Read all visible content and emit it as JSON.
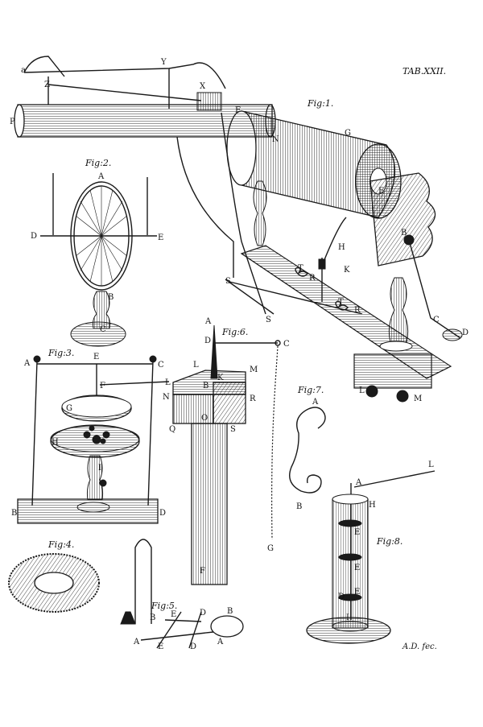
{
  "plate": {
    "title": "TAB.XXII.",
    "signature": "A.D. fec."
  },
  "figures": {
    "fig1": {
      "caption": "Fig:1.",
      "labels": [
        "a",
        "Y",
        "Z",
        "X",
        "P",
        "F",
        "G",
        "N",
        "E",
        "H",
        "K",
        "B",
        "S",
        "S",
        "T",
        "R",
        "T",
        "R",
        "C",
        "D",
        "L",
        "M"
      ]
    },
    "fig2": {
      "caption": "Fig:2.",
      "labels": [
        "A",
        "D",
        "E",
        "B",
        "C"
      ]
    },
    "fig3": {
      "caption": "Fig:3.",
      "labels": [
        "A",
        "E",
        "C",
        "F",
        "L",
        "G",
        "H",
        "I",
        "B",
        "D"
      ]
    },
    "fig4": {
      "caption": "Fig:4."
    },
    "fig5": {
      "caption": "Fig:5.",
      "labels": [
        "B",
        "E",
        "D",
        "B",
        "A",
        "E",
        "D",
        "A"
      ]
    },
    "fig6": {
      "caption": "Fig:6.",
      "labels": [
        "A",
        "D",
        "C",
        "L",
        "K",
        "M",
        "N",
        "R",
        "B",
        "Q",
        "O",
        "S",
        "F",
        "G"
      ]
    },
    "fig7": {
      "caption": "Fig:7.",
      "labels": [
        "A",
        "B"
      ]
    },
    "fig8": {
      "caption": "Fig:8.",
      "labels": [
        "L",
        "A",
        "H",
        "E",
        "E",
        "E",
        "D",
        "I"
      ]
    }
  }
}
